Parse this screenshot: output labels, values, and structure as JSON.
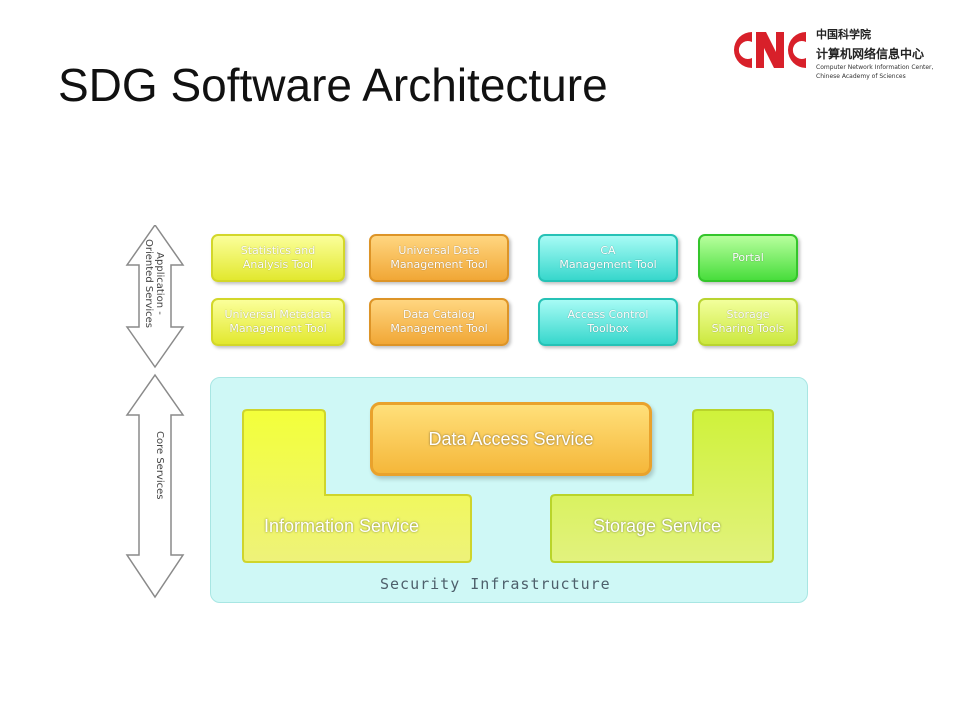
{
  "slide": {
    "title": "SDG Software Architecture"
  },
  "logo": {
    "line1": "中国科学院",
    "line2": "计算机网络信息中心",
    "line3": "Computer Network Information Center,",
    "line4": "Chinese Academy of Sciences"
  },
  "diagram": {
    "upper_side_label": "Application -\nOriented Services",
    "lower_side_label": "Core Services",
    "tools": [
      {
        "label": "Statistics and\nAnalysis Tool",
        "color": "#e2e82f"
      },
      {
        "label": "Universal Data\nManagement Tool",
        "color": "#f1a736"
      },
      {
        "label": "CA\nManagement Tool",
        "color": "#37d7cc"
      },
      {
        "label": "Portal",
        "color": "#48dd3c"
      },
      {
        "label": "Universal Metadata\nManagement Tool",
        "color": "#e2e82f"
      },
      {
        "label": "Data Catalog\nManagement Tool",
        "color": "#f1a736"
      },
      {
        "label": "Access Control\nToolbox",
        "color": "#37d7cc"
      },
      {
        "label": "Storage\nSharing Tools",
        "color": "#cce83f"
      }
    ],
    "core": {
      "data_access": "Data Access Service",
      "information": "Information Service",
      "storage": "Storage Service",
      "security": "Security Infrastructure"
    }
  }
}
